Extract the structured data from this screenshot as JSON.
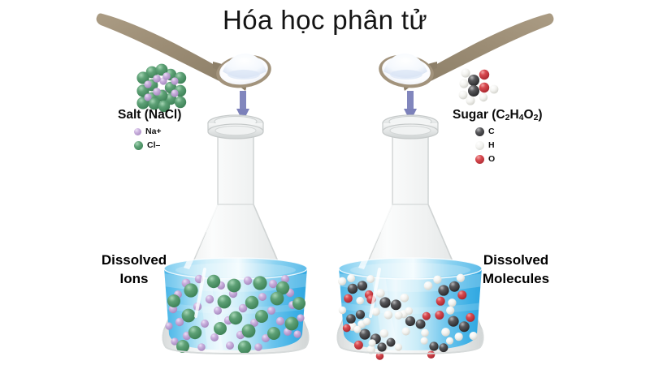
{
  "page": {
    "title": "Hóa học phân tử",
    "background": "#ffffff"
  },
  "colors": {
    "na_purple": "#b89bd0",
    "cl_green": "#4f9468",
    "carbon": "#3a3a3c",
    "hydrogen": "#f2f2f0",
    "oxygen": "#d43a42",
    "liquid_blue": "#4db7e8",
    "liquid_pale": "#eaf8fd",
    "glass": "#e9ebeb",
    "spoon_handle": "#a2937c",
    "arrow": "#8186bd",
    "title_text": "#141414"
  },
  "left": {
    "substance_label": "Salt (NaCl)",
    "legend": [
      {
        "symbol": "Na+",
        "color": "#b89bd0",
        "name": "sodium-ion"
      },
      {
        "symbol": "Cl–",
        "color": "#4f9468",
        "name": "chloride-ion"
      }
    ],
    "state_label_line1": "Dissolved",
    "state_label_line2": "Ions",
    "spoon_contents": "salt powder",
    "crystal_name": "salt crystal lattice"
  },
  "right": {
    "substance_label_main": "Sugar (C",
    "substance_label_full": "Sugar (C2H4O2)",
    "formula": {
      "c": "C",
      "n1": "2",
      "h": "H",
      "n2": "4",
      "o": "O",
      "n3": "2"
    },
    "legend": [
      {
        "symbol": "C",
        "color": "#3a3a3c",
        "name": "carbon-atom"
      },
      {
        "symbol": "H",
        "color": "#f2f2f0",
        "name": "hydrogen-atom"
      },
      {
        "symbol": "O",
        "color": "#d43a42",
        "name": "oxygen-atom"
      }
    ],
    "state_label_line1": "Dissolved",
    "state_label_line2": "Molecules",
    "spoon_contents": "sugar powder",
    "molecule_name": "sugar molecule"
  },
  "arrows": {
    "left_direction": "down",
    "right_direction": "down"
  },
  "chart_data": {
    "type": "diagram",
    "title": "Hóa học phân tử",
    "panels": [
      {
        "side": "left",
        "solute": "Salt (NaCl)",
        "result": "Dissolved Ions",
        "species": [
          "Na+",
          "Cl–"
        ],
        "particle_counts": {
          "Na+": 34,
          "Cl–": 20
        }
      },
      {
        "side": "right",
        "solute": "Sugar (C2H4O2)",
        "result": "Dissolved Molecules",
        "species": [
          "C",
          "H",
          "O"
        ],
        "molecule_count": 8
      }
    ]
  }
}
